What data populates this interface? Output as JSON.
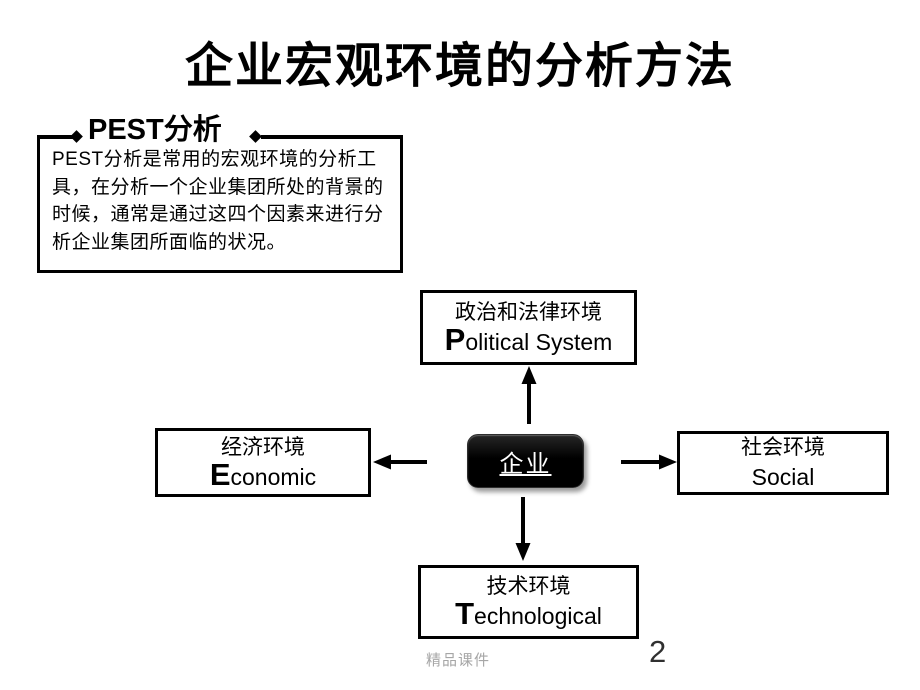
{
  "slide": {
    "title": "企业宏观环境的分析方法",
    "pest": {
      "label": "PEST分析",
      "description": "PEST分析是常用的宏观环境的分析工具，在分析一个企业集团所处的背景的时候，通常是通过这四个因素来进行分析企业集团所面临的状况。"
    },
    "center": {
      "label": "企业"
    },
    "factors": {
      "political": {
        "cn": "政治和法律环境",
        "en_initial": "P",
        "en_rest": "olitical System"
      },
      "economic": {
        "cn": "经济环境",
        "en_initial": "E",
        "en_rest": "conomic"
      },
      "social": {
        "cn": "社会环境",
        "en_initial": "",
        "en_rest": "Social"
      },
      "technological": {
        "cn": "技术环境",
        "en_initial": "T",
        "en_rest": "echnological"
      }
    },
    "footer": {
      "watermark": "精品课件",
      "page_number": "2"
    },
    "colors": {
      "line": "#000000",
      "watermark_gray": "#a6a6a6",
      "node_fill": "#000000",
      "node_text": "#ffffff"
    }
  }
}
